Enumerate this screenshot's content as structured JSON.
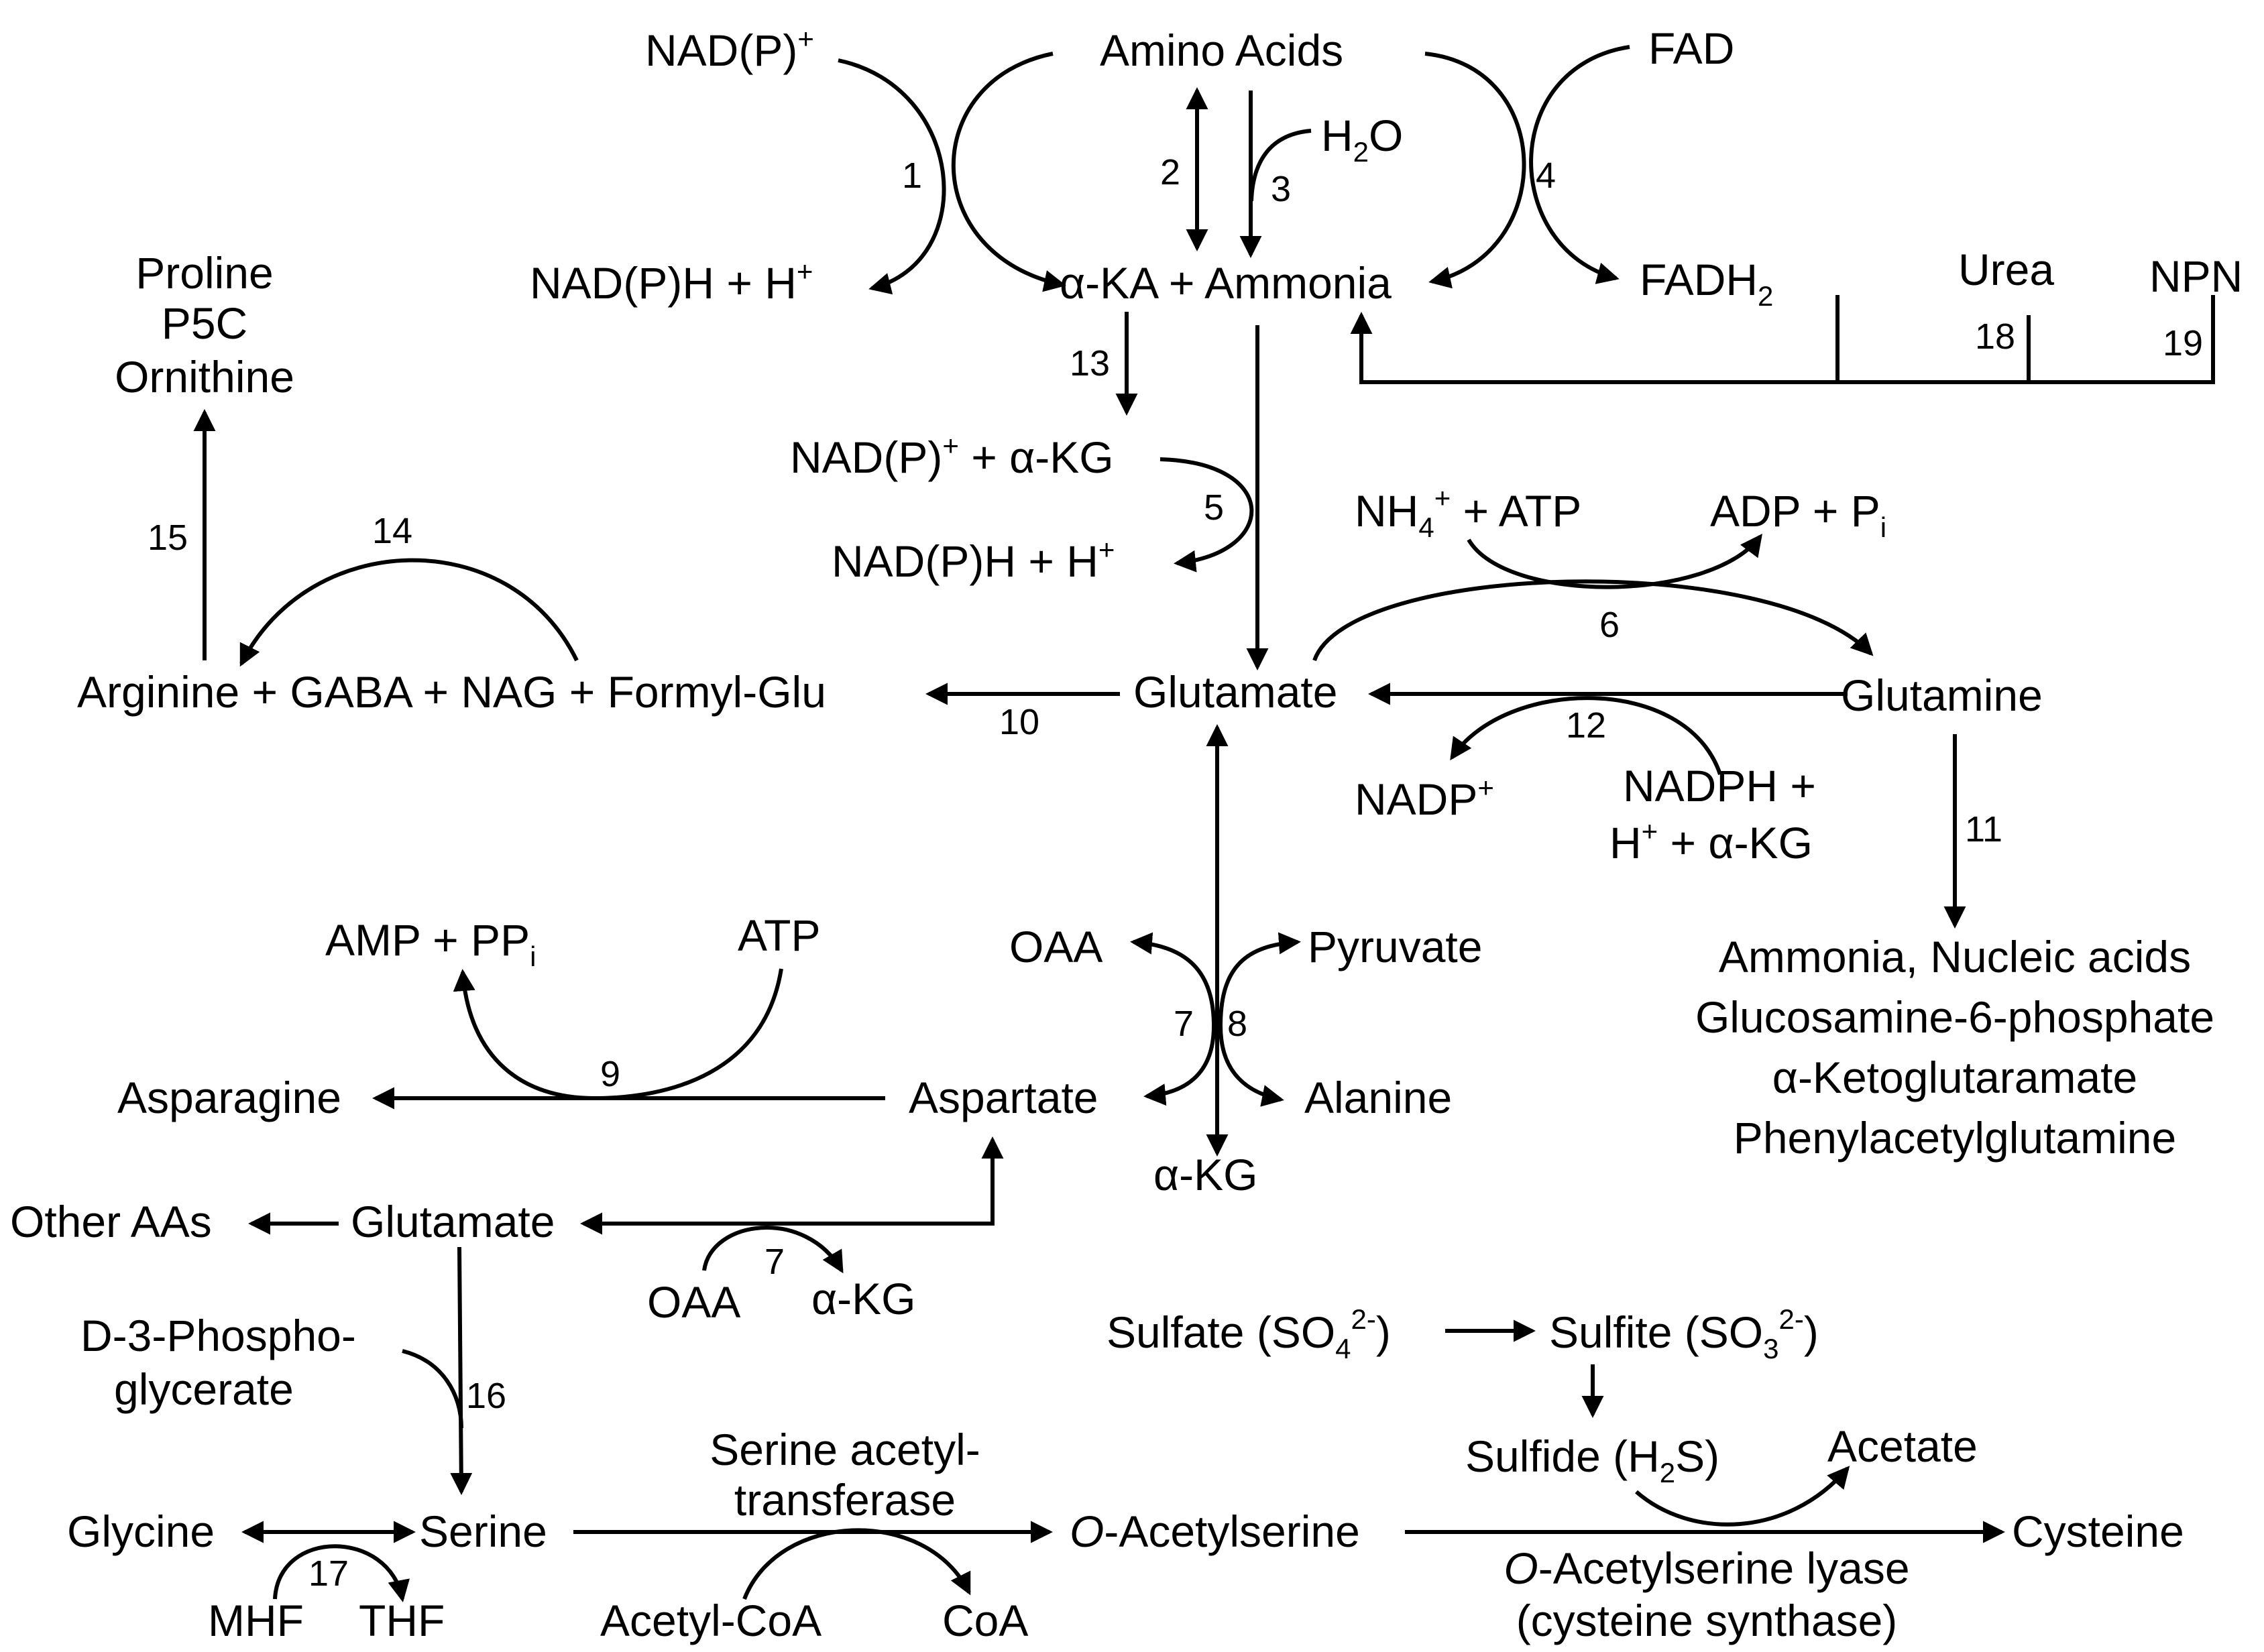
{
  "nodes": {
    "nadp_plus_top": {
      "main": "NAD(P)",
      "sup": "+"
    },
    "amino_acids": "Amino Acids",
    "fad": "FAD",
    "h2o": {
      "a": "H",
      "sub": "2",
      "b": "O"
    },
    "nadph_h_top": {
      "a": "NAD(P)H + H",
      "sup": "+"
    },
    "aka_ammonia": "α-KA + Ammonia",
    "fadh2": {
      "a": "FADH",
      "sub": "2"
    },
    "urea": "Urea",
    "npn": "NPN",
    "proline": "Proline",
    "p5c": "P5C",
    "ornithine": "Ornithine",
    "nadp_akg": {
      "a": "NAD(P)",
      "sup": "+",
      "b": " + α-KG"
    },
    "nadph_h_mid": {
      "a": "NAD(P)H + H",
      "sup": "+"
    },
    "nh4_atp": {
      "a": "NH",
      "sub": "4",
      "sup": "+",
      "b": " + ATP"
    },
    "adp_pi": {
      "a": "ADP + P",
      "sub": "i"
    },
    "arg_line": "Arginine + GABA + NAG + Formyl-Glu",
    "glutamate_main": "Glutamate",
    "glutamine": "Glutamine",
    "nadp_plus_right": {
      "a": "NADP",
      "sup": "+"
    },
    "nadph_plus": "NADPH +",
    "h_akg": {
      "a": "H",
      "sup": "+",
      "b": " + α-KG"
    },
    "amp_ppi": {
      "a": "AMP + PP",
      "sub": "i"
    },
    "atp": "ATP",
    "oaa_top": "OAA",
    "pyruvate": "Pyruvate",
    "ammonia_nucleic": "Ammonia, Nucleic acids",
    "glucosamine": "Glucosamine-6-phosphate",
    "akgm": "α-Ketoglutaramate",
    "phenylacetyl": "Phenylacetylglutamine",
    "asparagine": "Asparagine",
    "aspartate": "Aspartate",
    "alanine": "Alanine",
    "akg_mid": "α-KG",
    "other_aas": "Other AAs",
    "glutamate_low": "Glutamate",
    "oaa_low": "OAA",
    "akg_low": "α-KG",
    "sulfate": {
      "a": "Sulfate (SO",
      "sub": "4",
      "sup": "2-",
      "b": ")"
    },
    "sulfite": {
      "a": "Sulfite (SO",
      "sub": "3",
      "sup": "2-",
      "b": ")"
    },
    "d3p_1": "D-3-Phospho-",
    "d3p_2": "glycerate",
    "sulfide": {
      "a": "Sulfide (H",
      "sub": "2",
      "b": "S)"
    },
    "acetate": "Acetate",
    "serine_at_1": "Serine acetyl-",
    "serine_at_2": "transferase",
    "glycine": "Glycine",
    "serine": "Serine",
    "o_acetylserine": {
      "ital": "O",
      "b": "-Acetylserine"
    },
    "cysteine": "Cysteine",
    "oas_lyase": {
      "ital": "O",
      "b": "-Acetylserine lyase"
    },
    "cys_synthase": "(cysteine synthase)",
    "mhf": "MHF",
    "thf": "THF",
    "acetyl_coa": "Acetyl-CoA",
    "coa": "CoA"
  },
  "reactions": {
    "r1": "1",
    "r2": "2",
    "r3": "3",
    "r4": "4",
    "r5": "5",
    "r6": "6",
    "r7a": "7",
    "r7b": "7",
    "r8": "8",
    "r9": "9",
    "r10": "10",
    "r11": "11",
    "r12": "12",
    "r13": "13",
    "r14": "14",
    "r15": "15",
    "r16": "16",
    "r17": "17",
    "r18": "18",
    "r19": "19"
  }
}
